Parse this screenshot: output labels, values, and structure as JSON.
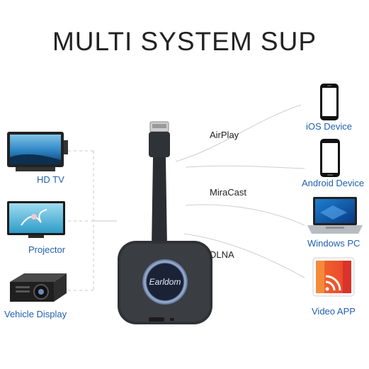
{
  "title": "MULTI SYSTEM SUP",
  "left_devices": [
    {
      "label": "HD TV",
      "icon": "monitor-icon"
    },
    {
      "label": "Projector",
      "icon": "projector-screen-icon"
    },
    {
      "label": "Vehicle Display",
      "icon": "projector-icon"
    }
  ],
  "protocols": [
    "AirPlay",
    "MiraCast",
    "DLNA"
  ],
  "right_devices": [
    {
      "label": "iOS Device",
      "icon": "iphone-icon"
    },
    {
      "label": "Android Device",
      "icon": "android-phone-icon"
    },
    {
      "label": "Windows PC",
      "icon": "laptop-icon"
    },
    {
      "label": "Video APP",
      "icon": "cast-app-icon"
    }
  ],
  "dongle": {
    "brand": "Earldom",
    "icon": "hdmi-dongle-icon"
  },
  "colors": {
    "label": "#1f5fae",
    "title": "#222222",
    "dongle": "#2f3236",
    "app": "#e8522b"
  }
}
